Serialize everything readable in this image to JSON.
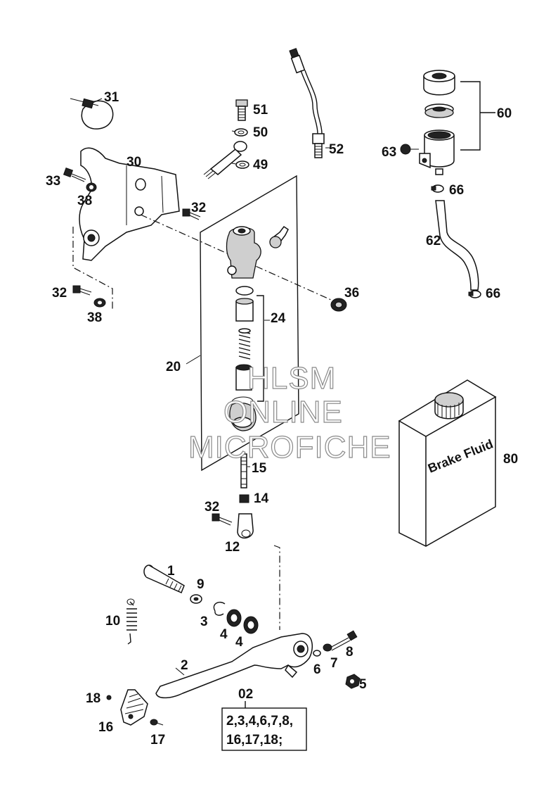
{
  "callouts": {
    "c31": "31",
    "c51": "51",
    "c50": "50",
    "c49": "49",
    "c52": "52",
    "c60": "60",
    "c63": "63",
    "c66a": "66",
    "c62": "62",
    "c66b": "66",
    "c30": "30",
    "c33": "33",
    "c38a": "38",
    "c32a": "32",
    "c32b": "32",
    "c38b": "38",
    "c36": "36",
    "c24": "24",
    "c20": "20",
    "c15": "15",
    "c14": "14",
    "c32c": "32",
    "c12": "12",
    "c80": "80",
    "c1": "1",
    "c9": "9",
    "c10": "10",
    "c3": "3",
    "c4a": "4",
    "c4b": "4",
    "c8": "8",
    "c2": "2",
    "c7": "7",
    "c6": "6",
    "c5": "5",
    "c18": "18",
    "c16": "16",
    "c17": "17",
    "c02": "02"
  },
  "kit_box": {
    "line1": "2,3,4,6,7,8,",
    "line2": "16,17,18;"
  },
  "bottle_label": "Brake Fluid",
  "watermark": {
    "line1": "HLSM",
    "line2": "ONLINE",
    "line3": "MICROFICHE"
  }
}
